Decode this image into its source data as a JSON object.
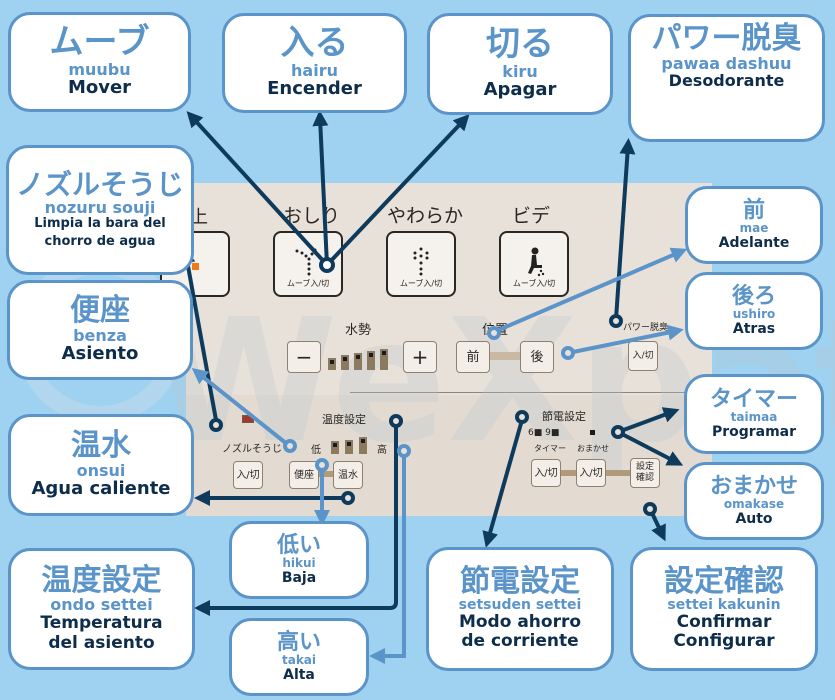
{
  "colors": {
    "background": "#9fd2f0",
    "card_border": "#5b94c8",
    "japanese_text": "#5b94c8",
    "spanish_text": "#0e2d4a",
    "arrow_dark": "#0e3a5c",
    "arrow_light": "#5b94c8",
    "panel": "#e8e1d9",
    "indicator_orange": "#f07a1a"
  },
  "watermark": "WeXpats",
  "cards": {
    "muubu": {
      "jp": "ムーブ",
      "romaji": "muubu",
      "es": "Mover"
    },
    "hairu": {
      "jp": "入る",
      "romaji": "hairu",
      "es": "Encender"
    },
    "kiru": {
      "jp": "切る",
      "romaji": "kiru",
      "es": "Apagar"
    },
    "pawaa_dashuu": {
      "jp": "パワー脱臭",
      "romaji": "pawaa dashuu",
      "es": "Desodorante"
    },
    "nozuru_souji": {
      "jp": "ノズルそうじ",
      "romaji": "nozuru souji",
      "es_line1": "Limpia la bara del",
      "es_line2": "chorro de agua"
    },
    "mae": {
      "jp": "前",
      "romaji": "mae",
      "es": "Adelante"
    },
    "benza": {
      "jp": "便座",
      "romaji": "benza",
      "es": "Asiento"
    },
    "ushiro": {
      "jp": "後ろ",
      "romaji": "ushiro",
      "es": "Atras"
    },
    "onsui": {
      "jp": "温水",
      "romaji": "onsui",
      "es": "Agua caliente"
    },
    "taimaa": {
      "jp": "タイマー",
      "romaji": "taimaa",
      "es": "Programar"
    },
    "omakase": {
      "jp": "おまかせ",
      "romaji": "omakase",
      "es": "Auto"
    },
    "hikui": {
      "jp": "低い",
      "romaji": "hikui",
      "es": "Baja"
    },
    "ondo_settei": {
      "jp": "温度設定",
      "romaji": "ondo settei",
      "es_line1": "Temperatura",
      "es_line2": "del asiento"
    },
    "takai": {
      "jp": "高い",
      "romaji": "takai",
      "es": "Alta"
    },
    "setsuden_settei": {
      "jp": "節電設定",
      "romaji": "setsuden settei",
      "es_line1": "Modo ahorro",
      "es_line2": "de corriente"
    },
    "settei_kakunin": {
      "jp": "設定確認",
      "romaji": "settei kakunin",
      "es_line1": "Confirmar",
      "es_line2": "Configurar"
    }
  },
  "panel": {
    "top_left_label": "上",
    "oshiri_label": "おしり",
    "yawaraka_label": "やわらか",
    "bide_label": "ビデ",
    "move_onoff": "ムーブ入/切",
    "suisei_label": "水勢",
    "minus": "−",
    "plus": "+",
    "ichi_label": "位置",
    "mae_btn": "前",
    "ushiro_btn": "後",
    "power_deodor_label": "パワー脱臭",
    "onoff": "入/切",
    "ondo_label": "温度設定",
    "low": "低",
    "high": "高",
    "nozzle_label": "ノズルそうじ",
    "benza_btn": "便座",
    "onsui_btn": "温水",
    "setsuden_label": "節電設定",
    "timer_nums": "6■ 9■",
    "timer_label": "タイマー",
    "omakase_label": "おまかせ",
    "kakunin_btn_l1": "設定",
    "kakunin_btn_l2": "確認",
    "water_pressure_level": "5 of 5",
    "temperature_level": "3 of 3"
  }
}
